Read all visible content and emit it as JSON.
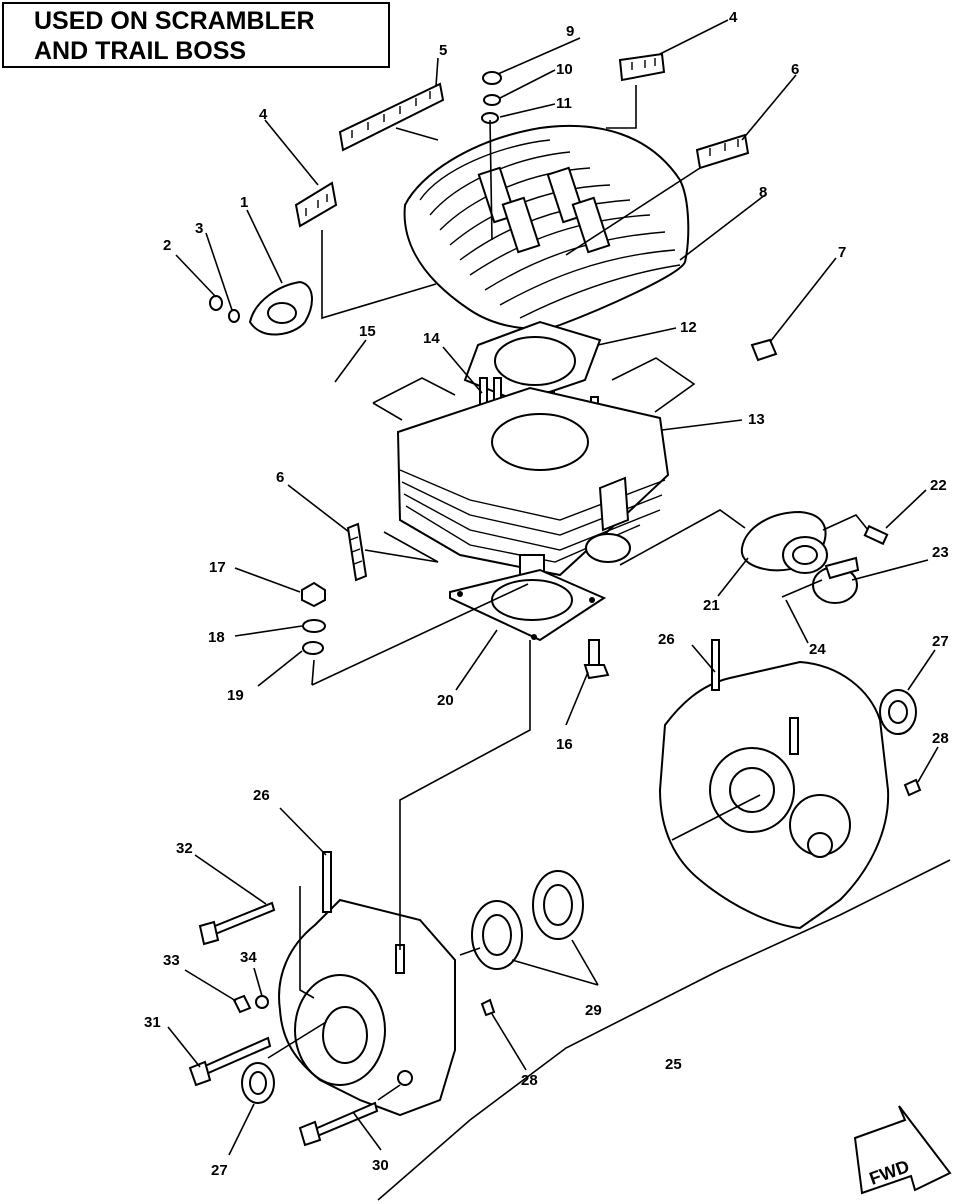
{
  "header": {
    "line1": "USED ON SCRAMBLER",
    "line2": "AND TRAIL BOSS"
  },
  "fwd_label": "FWD",
  "callouts": [
    {
      "id": "c1",
      "text": "1"
    },
    {
      "id": "c2",
      "text": "2"
    },
    {
      "id": "c3",
      "text": "3"
    },
    {
      "id": "c4a",
      "text": "4"
    },
    {
      "id": "c4b",
      "text": "4"
    },
    {
      "id": "c5",
      "text": "5"
    },
    {
      "id": "c6a",
      "text": "6"
    },
    {
      "id": "c6b",
      "text": "6"
    },
    {
      "id": "c7",
      "text": "7"
    },
    {
      "id": "c8",
      "text": "8"
    },
    {
      "id": "c9",
      "text": "9"
    },
    {
      "id": "c10",
      "text": "10"
    },
    {
      "id": "c11",
      "text": "11"
    },
    {
      "id": "c12",
      "text": "12"
    },
    {
      "id": "c13",
      "text": "13"
    },
    {
      "id": "c14",
      "text": "14"
    },
    {
      "id": "c15",
      "text": "15"
    },
    {
      "id": "c16",
      "text": "16"
    },
    {
      "id": "c17",
      "text": "17"
    },
    {
      "id": "c18",
      "text": "18"
    },
    {
      "id": "c19",
      "text": "19"
    },
    {
      "id": "c20",
      "text": "20"
    },
    {
      "id": "c21",
      "text": "21"
    },
    {
      "id": "c22",
      "text": "22"
    },
    {
      "id": "c23",
      "text": "23"
    },
    {
      "id": "c24",
      "text": "24"
    },
    {
      "id": "c25",
      "text": "25"
    },
    {
      "id": "c26a",
      "text": "26"
    },
    {
      "id": "c26b",
      "text": "26"
    },
    {
      "id": "c27a",
      "text": "27"
    },
    {
      "id": "c27b",
      "text": "27"
    },
    {
      "id": "c28a",
      "text": "28"
    },
    {
      "id": "c28b",
      "text": "28"
    },
    {
      "id": "c29",
      "text": "29"
    },
    {
      "id": "c30",
      "text": "30"
    },
    {
      "id": "c31",
      "text": "31"
    },
    {
      "id": "c32",
      "text": "32"
    },
    {
      "id": "c33",
      "text": "33"
    },
    {
      "id": "c34",
      "text": "34"
    }
  ]
}
